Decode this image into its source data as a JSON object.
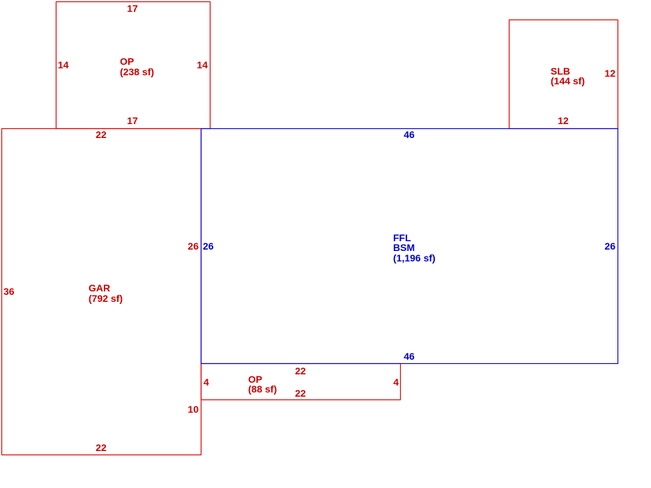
{
  "colors": {
    "accessory": "#dd0000",
    "main": "#0000dd"
  },
  "areas": {
    "op_top": {
      "code": "OP",
      "size": "(238 sf)",
      "top": "17",
      "bottom": "17",
      "left": "14",
      "right": "14"
    },
    "slb": {
      "code": "SLB",
      "size": "(144 sf)",
      "side": "12",
      "bottom": "12"
    },
    "gar": {
      "code": "GAR",
      "size": "(792 sf)",
      "top": "22",
      "bottom": "22",
      "left": "36",
      "right_upper": "26",
      "right_lower": "10"
    },
    "main": {
      "code1": "FFL",
      "code2": "BSM",
      "size": "(1,196 sf)",
      "top": "46",
      "bottom": "46",
      "left": "26",
      "right": "26"
    },
    "op_bottom": {
      "code": "OP",
      "size": "(88 sf)",
      "top": "22",
      "bottom": "22",
      "left": "4",
      "right": "4"
    }
  }
}
